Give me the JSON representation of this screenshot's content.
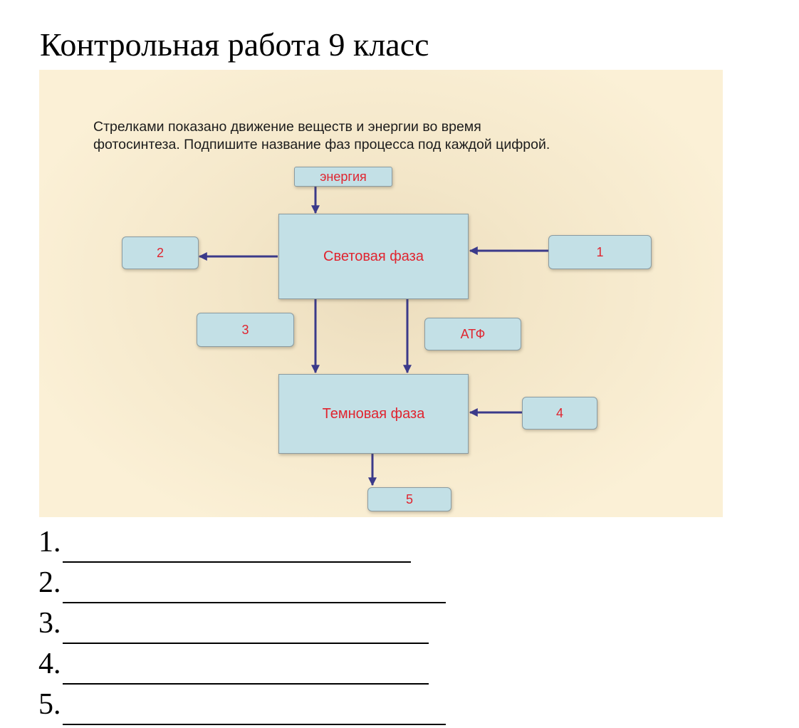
{
  "title": "Контрольная работа 9 класс",
  "figure": {
    "instruction_line1": "Стрелками показано движение веществ и энергии во время",
    "instruction_line2": "фотосинтеза. Подпишите название фаз процесса под каждой цифрой.",
    "energy": "энергия",
    "light_phase": "Световая фаза",
    "dark_phase": "Темновая фаза",
    "atp": "АТФ",
    "box1": "1",
    "box2": "2",
    "box3": "3",
    "box4": "4",
    "box5": "5",
    "arrow_color": "#3b3a8a",
    "box_fill": "#c3e0e6",
    "label_color": "#e0242f"
  },
  "answers": [
    {
      "number": "1."
    },
    {
      "number": "2."
    },
    {
      "number": "3."
    },
    {
      "number": "4."
    },
    {
      "number": "5."
    }
  ]
}
